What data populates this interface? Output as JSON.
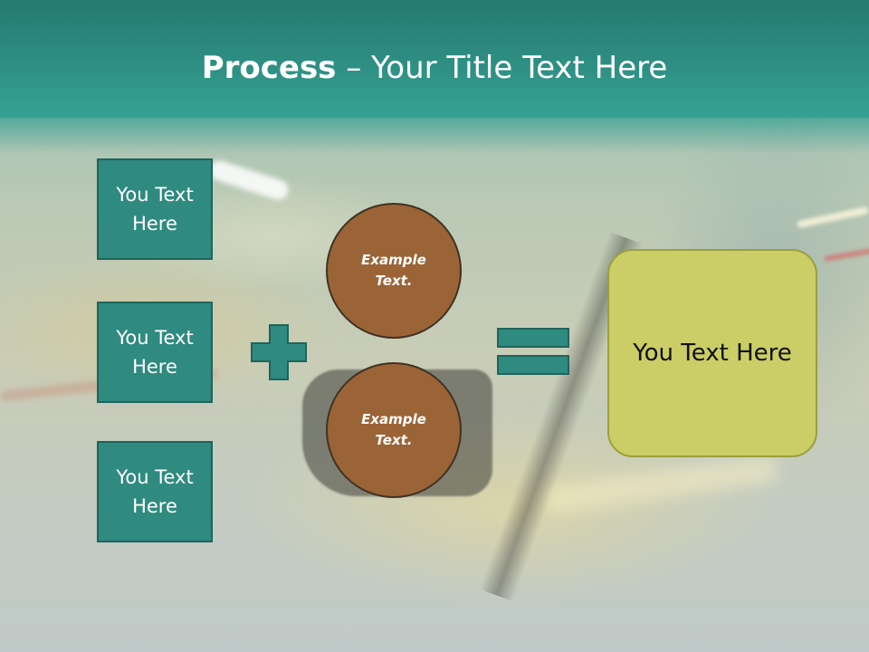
{
  "slide": {
    "title_bold": "Process",
    "title_rest": " – Your Title Text Here",
    "input_boxes": [
      "You Text Here",
      "You Text Here",
      "You Text Here"
    ],
    "circles": [
      "Example Text.",
      "Example Text."
    ],
    "result_text": "You Text Here"
  },
  "icons": {
    "plus": "plus-icon",
    "equals": "equals-icon"
  },
  "colors": {
    "header": "#2e8f83",
    "box_fill": "#2f8a80",
    "circle_fill": "#9a6437",
    "result_fill": "#cbcd66"
  }
}
